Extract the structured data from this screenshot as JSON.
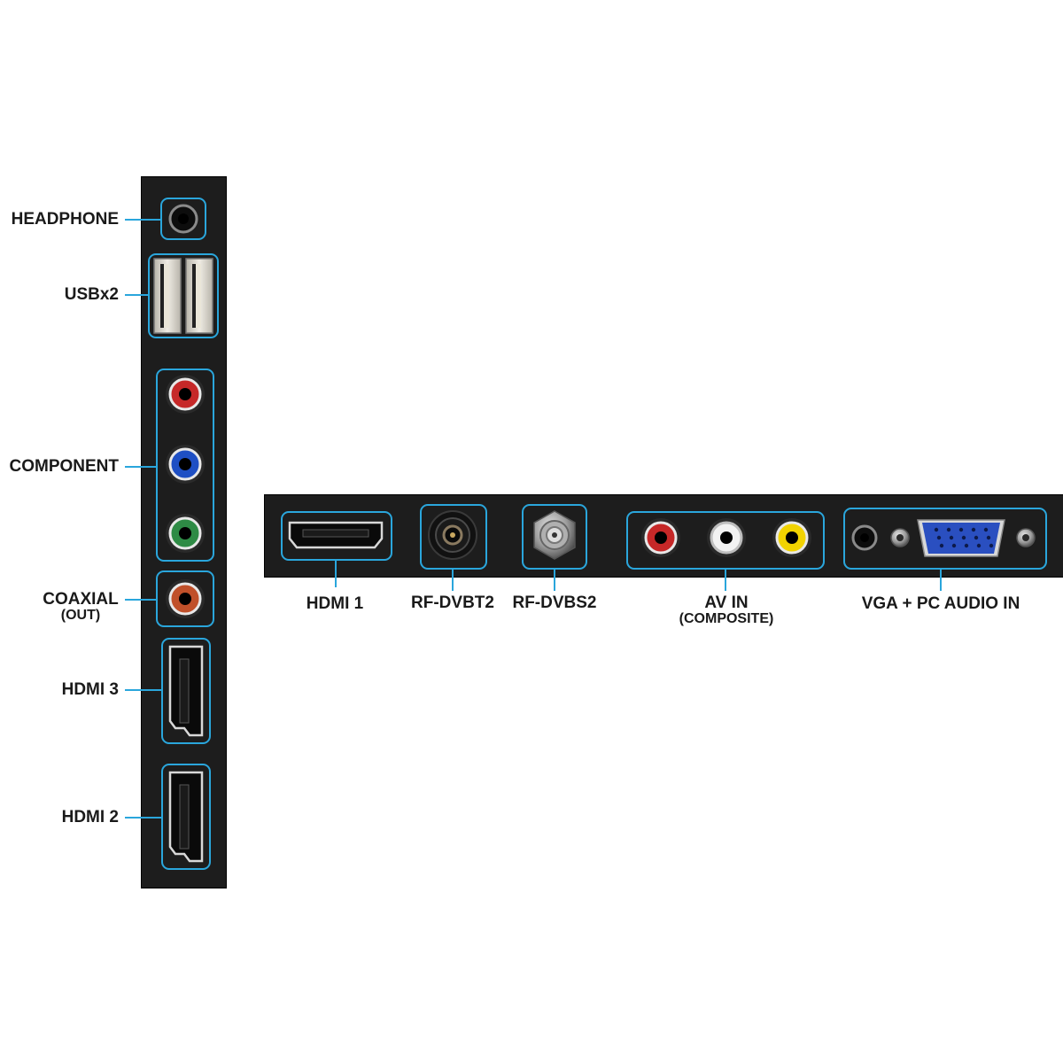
{
  "side_panel": {
    "ports": [
      {
        "id": "headphone",
        "label": "HEADPHONE"
      },
      {
        "id": "usb",
        "label": "USBx2"
      },
      {
        "id": "component",
        "label": "COMPONENT"
      },
      {
        "id": "coaxial",
        "label": "COAXIAL",
        "sublabel": "(OUT)"
      },
      {
        "id": "hdmi3",
        "label": "HDMI 3"
      },
      {
        "id": "hdmi2",
        "label": "HDMI 2"
      }
    ]
  },
  "bottom_panel": {
    "ports": [
      {
        "id": "hdmi1",
        "label": "HDMI 1"
      },
      {
        "id": "rf_dvbt2",
        "label": "RF-DVBT2"
      },
      {
        "id": "rf_dvbs2",
        "label": "RF-DVBS2"
      },
      {
        "id": "av_in",
        "label": "AV IN",
        "sublabel": "(COMPOSITE)"
      },
      {
        "id": "vga",
        "label": "VGA + PC AUDIO IN"
      }
    ]
  },
  "colors": {
    "panel": "#1d1d1d",
    "highlight": "#2aa6dc",
    "label_text": "#1a1a1a",
    "jack_red": "#c62828",
    "jack_blue": "#1e4fc4",
    "jack_green": "#2e8b45",
    "jack_white": "#f2f2f2",
    "jack_yellow": "#f2d300",
    "jack_orange": "#c0502a",
    "vga_blue": "#2a4fc0"
  },
  "icons": [
    "headphone-jack-icon",
    "usb-port-icon",
    "rca-jack-icon",
    "hdmi-port-icon",
    "coax-connector-icon",
    "f-connector-icon",
    "vga-port-icon"
  ]
}
